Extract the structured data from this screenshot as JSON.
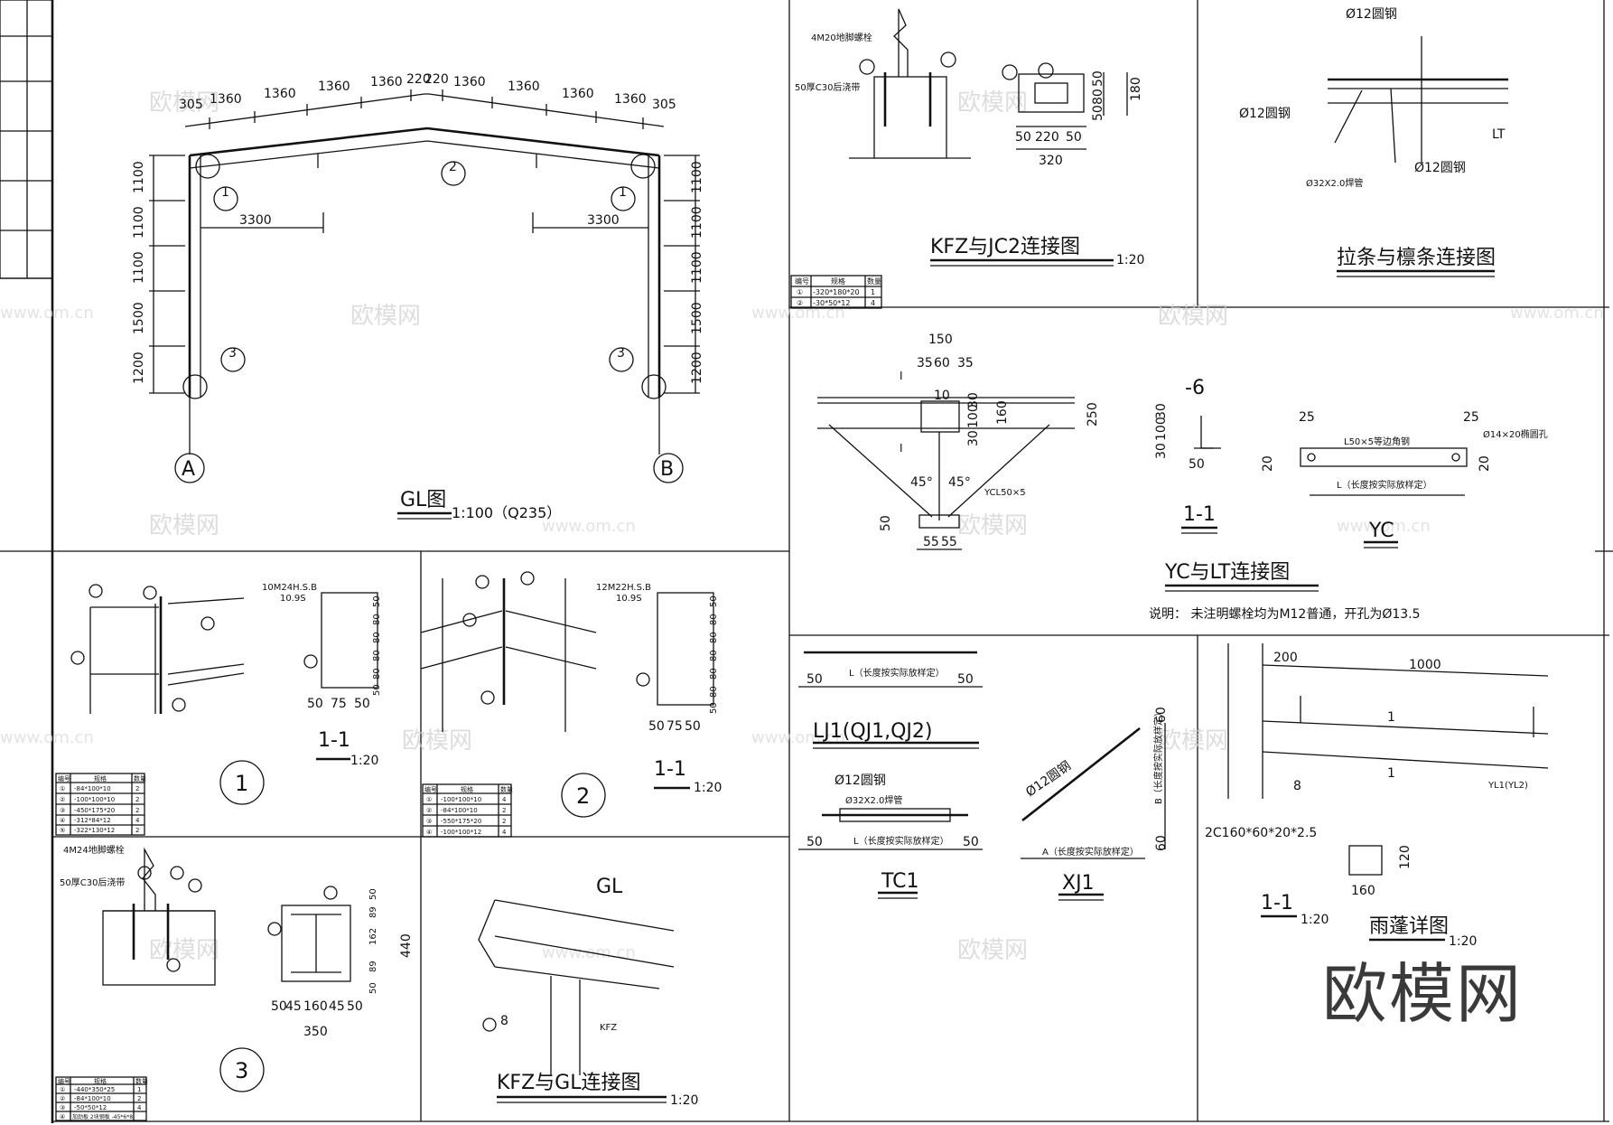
{
  "frame": {
    "dims": [
      "305",
      "1360",
      "1360",
      "1360",
      "1360",
      "220",
      "220",
      "1360",
      "1360",
      "1360",
      "1360",
      "305"
    ],
    "left_dims": [
      "1100",
      "1100",
      "1100",
      "1500",
      "1200"
    ],
    "right_dims": [
      "1100",
      "1100",
      "1100",
      "1500",
      "1200"
    ],
    "span_left": "3300",
    "span_right": "3300",
    "axis_a": "A",
    "axis_b": "B",
    "marks": [
      "1",
      "2",
      "1",
      "3",
      "3"
    ],
    "title": "GL图",
    "scale": "1:100（Q235）"
  },
  "kfz_jc2": {
    "bolts": "4M20地脚螺栓",
    "grout": "50厚C30后浇带",
    "dims_h": [
      "50",
      "220",
      "50"
    ],
    "total": "320",
    "dims_v": [
      "50",
      "80",
      "50"
    ],
    "height": "180",
    "title": "KFZ与JC2连接图",
    "scale": "1:20",
    "table": [
      [
        "①",
        "-320*180*20",
        "1"
      ],
      [
        "②",
        "-30*50*12",
        "4"
      ]
    ],
    "table_head": [
      "编号",
      "规格",
      "数量"
    ]
  },
  "lt_conn": {
    "rod_top": "Ø12圆钢",
    "rod_left": "Ø12圆钢",
    "rod_bottom": "Ø12圆钢",
    "pipe": "Ø32X2.0焊管",
    "lt": "LT",
    "title": "拉条与檩条连接图"
  },
  "yc_lt": {
    "dims_top": [
      "150",
      "35",
      "60",
      "35"
    ],
    "dims_v": [
      "30",
      "100",
      "30"
    ],
    "d160": "160",
    "d250": "250",
    "d10": "10",
    "ang1": "45°",
    "ang2": "45°",
    "ycl": "YCL50×5",
    "d50": "50",
    "d55a": "55",
    "d55b": "55",
    "sec_label": "-6",
    "sec_dims": [
      "30",
      "100",
      "30"
    ],
    "sec_w": "50",
    "sec_title": "1-1",
    "angle_label": "L50×5等边角钢",
    "hole": "Ø14×20椭圆孔",
    "d25a": "25",
    "d25b": "25",
    "d20a": "20",
    "d20b": "20",
    "len": "L（长度按实际放样定）",
    "yc": "YC",
    "title": "YC与LT连接图",
    "note": "说明：    未注明螺栓均为M12普通，开孔为Ø13.5"
  },
  "det1": {
    "hsb": "10M24H.S.B",
    "grade": "10.9S",
    "dims_v": [
      "50",
      "80",
      "80",
      "80",
      "80",
      "50"
    ],
    "dims_h": [
      "50",
      "75",
      "50"
    ],
    "sec": "1-1",
    "scale": "1:20",
    "circle": "1",
    "table_head": [
      "编号",
      "规格",
      "数量"
    ],
    "table": [
      [
        "①",
        "-84*100*10",
        "2"
      ],
      [
        "②",
        "-100*100*10",
        "2"
      ],
      [
        "③",
        "-450*175*20",
        "2"
      ],
      [
        "④",
        "-312*84*12",
        "4"
      ],
      [
        "⑤",
        "-322*130*12",
        "2"
      ]
    ]
  },
  "det2": {
    "hsb": "12M22H.S.B",
    "grade": "10.9S",
    "dims_v": [
      "50",
      "80",
      "80",
      "80",
      "80",
      "80",
      "50"
    ],
    "dims_h": [
      "50",
      "75",
      "50"
    ],
    "sec": "1-1",
    "scale": "1:20",
    "circle": "2",
    "table_head": [
      "编号",
      "规格",
      "数量"
    ],
    "table": [
      [
        "①",
        "-100*100*10",
        "4"
      ],
      [
        "②",
        "-84*100*10",
        "2"
      ],
      [
        "③",
        "-550*175*20",
        "2"
      ],
      [
        "④",
        "-100*100*12",
        "4"
      ]
    ]
  },
  "det3": {
    "bolts": "4M24地脚螺栓",
    "grout": "50厚C30后浇带",
    "dims_h": [
      "50",
      "45",
      "160",
      "45",
      "50"
    ],
    "total": "350",
    "dims_v": [
      "50",
      "89",
      "162",
      "89",
      "50"
    ],
    "height": "440",
    "circle": "3",
    "table_head": [
      "编号",
      "规格",
      "数量"
    ],
    "table": [
      [
        "①",
        "-440*350*25",
        "1"
      ],
      [
        "②",
        "-84*100*10",
        "2"
      ],
      [
        "③",
        "-50*50*12",
        "4"
      ],
      [
        "④",
        "加劲板  2块钢板  -45*6*8"
      ]
    ]
  },
  "kfz_gl": {
    "gl": "GL",
    "kfz": "KFZ",
    "weld": "8",
    "title": "KFZ与GL连接图",
    "scale": "1:20"
  },
  "lj1": {
    "len": "L（长度按实际放样定）",
    "d50a": "50",
    "d50b": "50",
    "title": "LJ1(QJ1,QJ2)"
  },
  "tc1": {
    "rod": "Ø12圆钢",
    "pipe": "Ø32X2.0焊管",
    "len": "L（长度按实际放样定）",
    "d50a": "50",
    "d50b": "50",
    "title": "TC1"
  },
  "xj1": {
    "rod": "Ø12圆钢",
    "a": "A（长度按实际放样定）",
    "b": "B（长度按实际放样定）",
    "d60a": "60",
    "d60b": "60",
    "title": "XJ1"
  },
  "canopy": {
    "d200": "200",
    "d1000": "1000",
    "yl": "YL1(YL2)",
    "weld": "8",
    "mark1": "1",
    "mark2": "1",
    "section": "2C160*60*20*2.5",
    "d120": "120",
    "d160": "160",
    "sec": "1-1",
    "sec_scale": "1:20",
    "title": "雨蓬详图",
    "scale": "1:20"
  },
  "watermark": {
    "cn": "欧模网",
    "url": "www.om.cn",
    "big": "欧模网"
  }
}
